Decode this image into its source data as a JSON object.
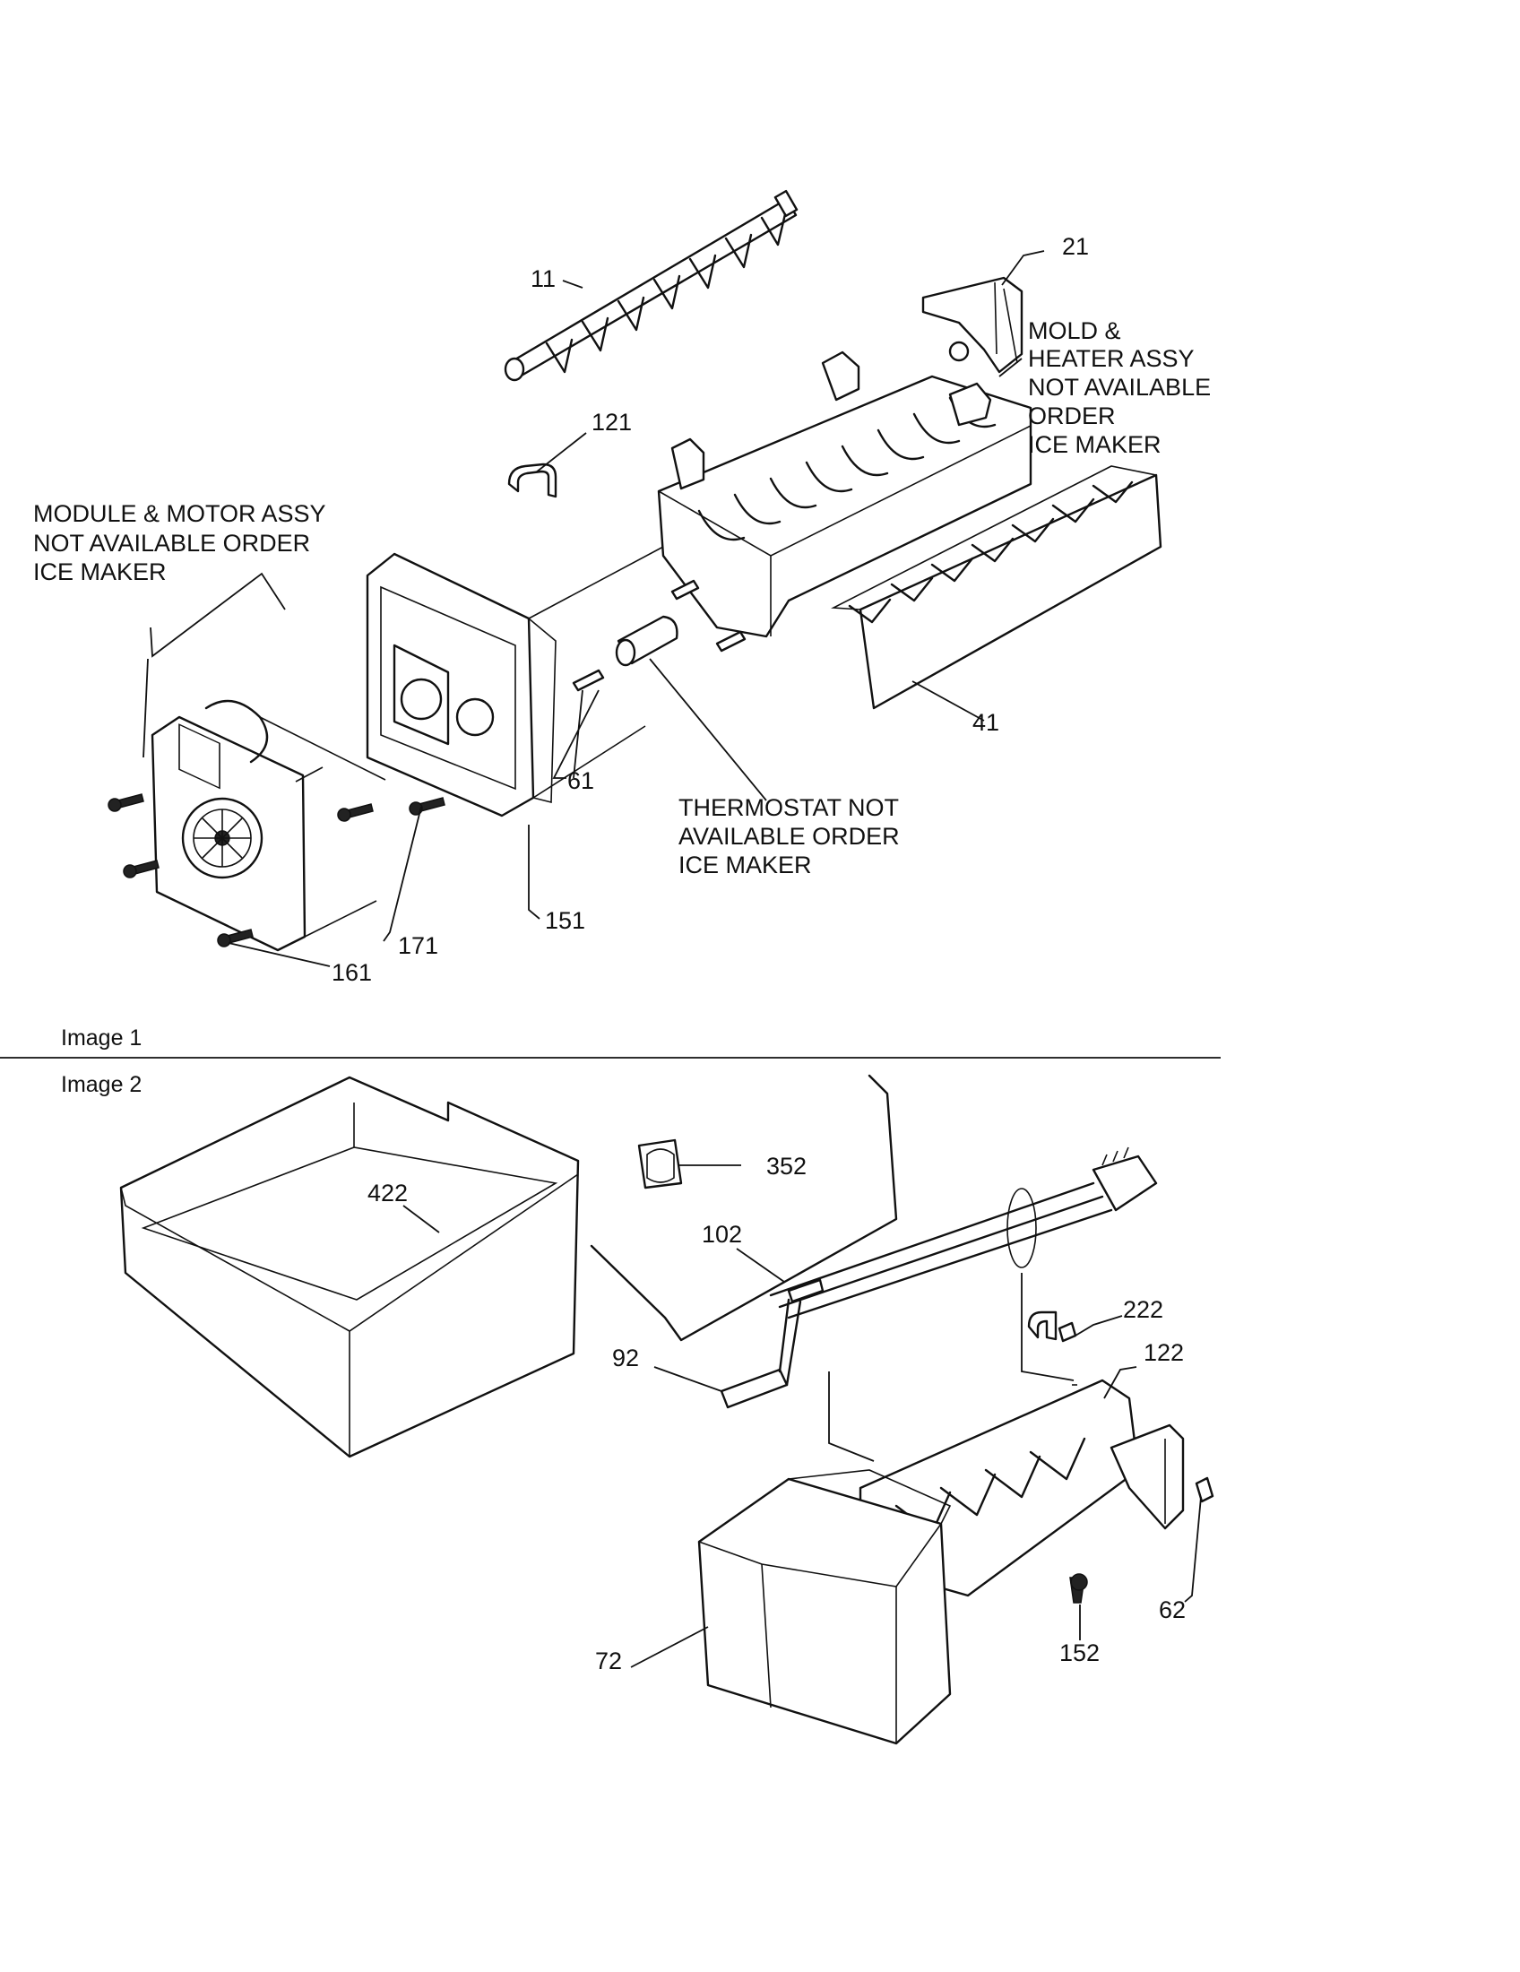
{
  "image_labels": [
    "Image 1",
    "Image 2"
  ],
  "notes": {
    "module_motor": [
      "MODULE & MOTOR ASSY",
      "NOT AVAILABLE ORDER",
      "ICE MAKER"
    ],
    "mold_heater": [
      "MOLD &",
      "HEATER ASSY",
      "NOT AVAILABLE",
      "ORDER",
      "ICE MAKER"
    ],
    "thermostat": [
      "THERMOSTAT NOT",
      "AVAILABLE ORDER",
      "ICE MAKER"
    ]
  },
  "callouts": {
    "p11": "11",
    "p21": "21",
    "p121": "121",
    "p41": "41",
    "p61": "61",
    "p151": "151",
    "p171": "171",
    "p161": "161",
    "p422": "422",
    "p352": "352",
    "p102": "102",
    "p222": "222",
    "p122": "122",
    "p92": "92",
    "p62": "62",
    "p152": "152",
    "p72": "72"
  }
}
